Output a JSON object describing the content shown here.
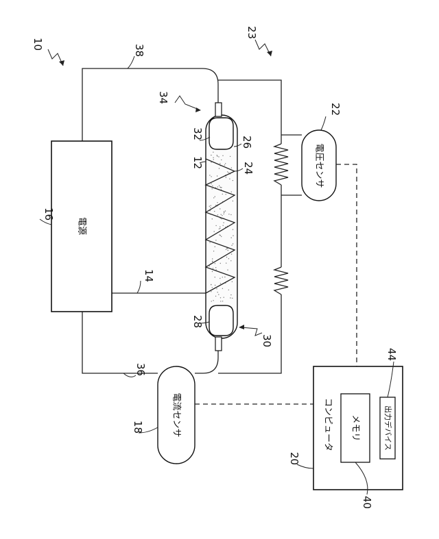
{
  "labels": {
    "power_supply": "電源",
    "current_sensor": "電流センサ",
    "voltage_sensor": "電圧センサ",
    "computer": "コンピュータ",
    "memory": "メモリ",
    "output_device": "出力デバイス"
  },
  "refs": {
    "r10": "10",
    "r12": "12",
    "r14": "14",
    "r16": "16",
    "r18": "18",
    "r20": "20",
    "r22": "22",
    "r23": "23",
    "r24": "24",
    "r26": "26",
    "r28": "28",
    "r30": "30",
    "r32": "32",
    "r34": "34",
    "r36": "36",
    "r38": "38",
    "r40": "40",
    "r44": "44"
  }
}
